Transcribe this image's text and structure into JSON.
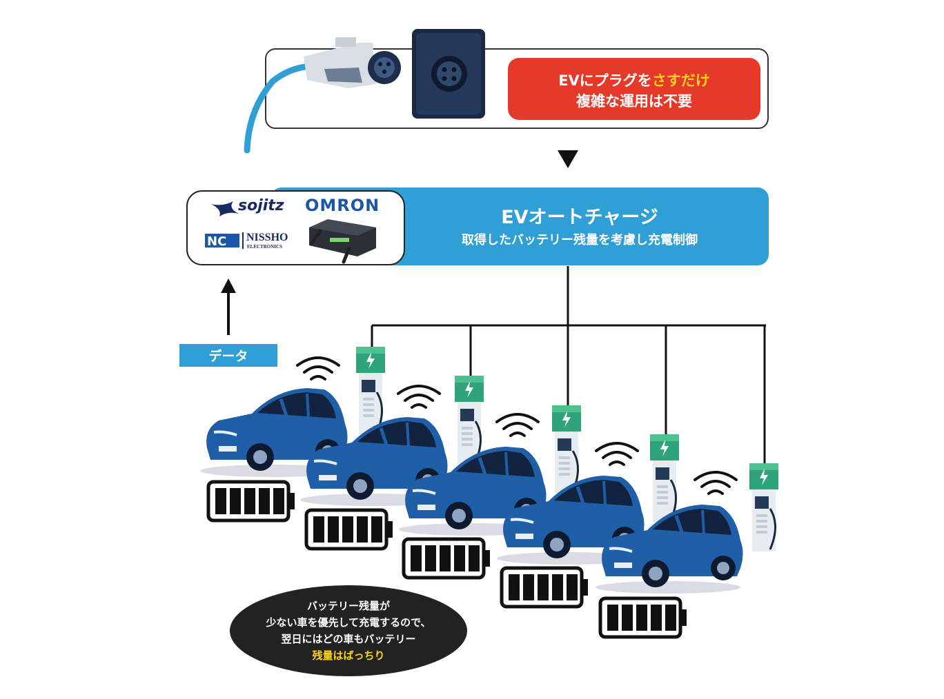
{
  "plug_box": {
    "line1_a": "EVにプラグを",
    "line1_highlight": "さすだけ",
    "line2": "複雑な運用は不要"
  },
  "auto_charge": {
    "title": "EVオートチャージ",
    "subtitle": "取得したバッテリー残量を考慮し充電制御"
  },
  "logos": {
    "sojitz": "sojitz",
    "omron": "OMRON",
    "nissho": "NISSHO",
    "nissho_sub": "ELECTRONICS"
  },
  "data_label": "データ",
  "bubble": {
    "line1": "バッテリー残量が",
    "line2": "少ない車を優先して充電するので、",
    "line3": "翌日にはどの車もバッテリー",
    "line4_highlight": "残量はばっちり"
  },
  "colors": {
    "red": "#e53a2a",
    "blue": "#2f9fd6",
    "highlight": "#ffd21e",
    "car": "#1f5fa8",
    "charger_green": "#2fa37a"
  }
}
